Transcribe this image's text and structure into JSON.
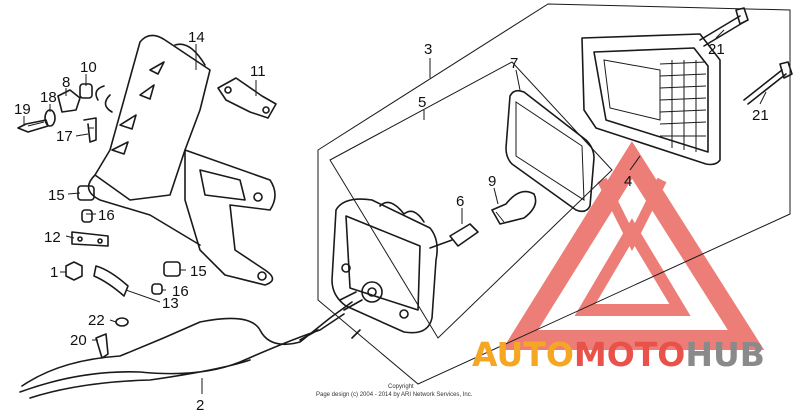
{
  "callouts": {
    "c1": "1",
    "c2": "2",
    "c3": "3",
    "c4": "4",
    "c5": "5",
    "c6": "6",
    "c7": "7",
    "c8": "8",
    "c9": "9",
    "c10": "10",
    "c11": "11",
    "c12": "12",
    "c13": "13",
    "c14": "14",
    "c15a": "15",
    "c15b": "15",
    "c16a": "16",
    "c16b": "16",
    "c17": "17",
    "c18": "18",
    "c19": "19",
    "c20": "20",
    "c21a": "21",
    "c21b": "21",
    "c22": "22"
  },
  "copyright": {
    "line1": "Copyright",
    "line2": "Page design (c) 2004 - 2014 by ARI Network Services, Inc."
  },
  "watermark": {
    "auto": "AUTO",
    "moto": "MOTO",
    "hub": "HUB",
    "colors": {
      "orange": "#f5a623",
      "red": "#e8524a",
      "gray": "#8a8a8a"
    }
  }
}
